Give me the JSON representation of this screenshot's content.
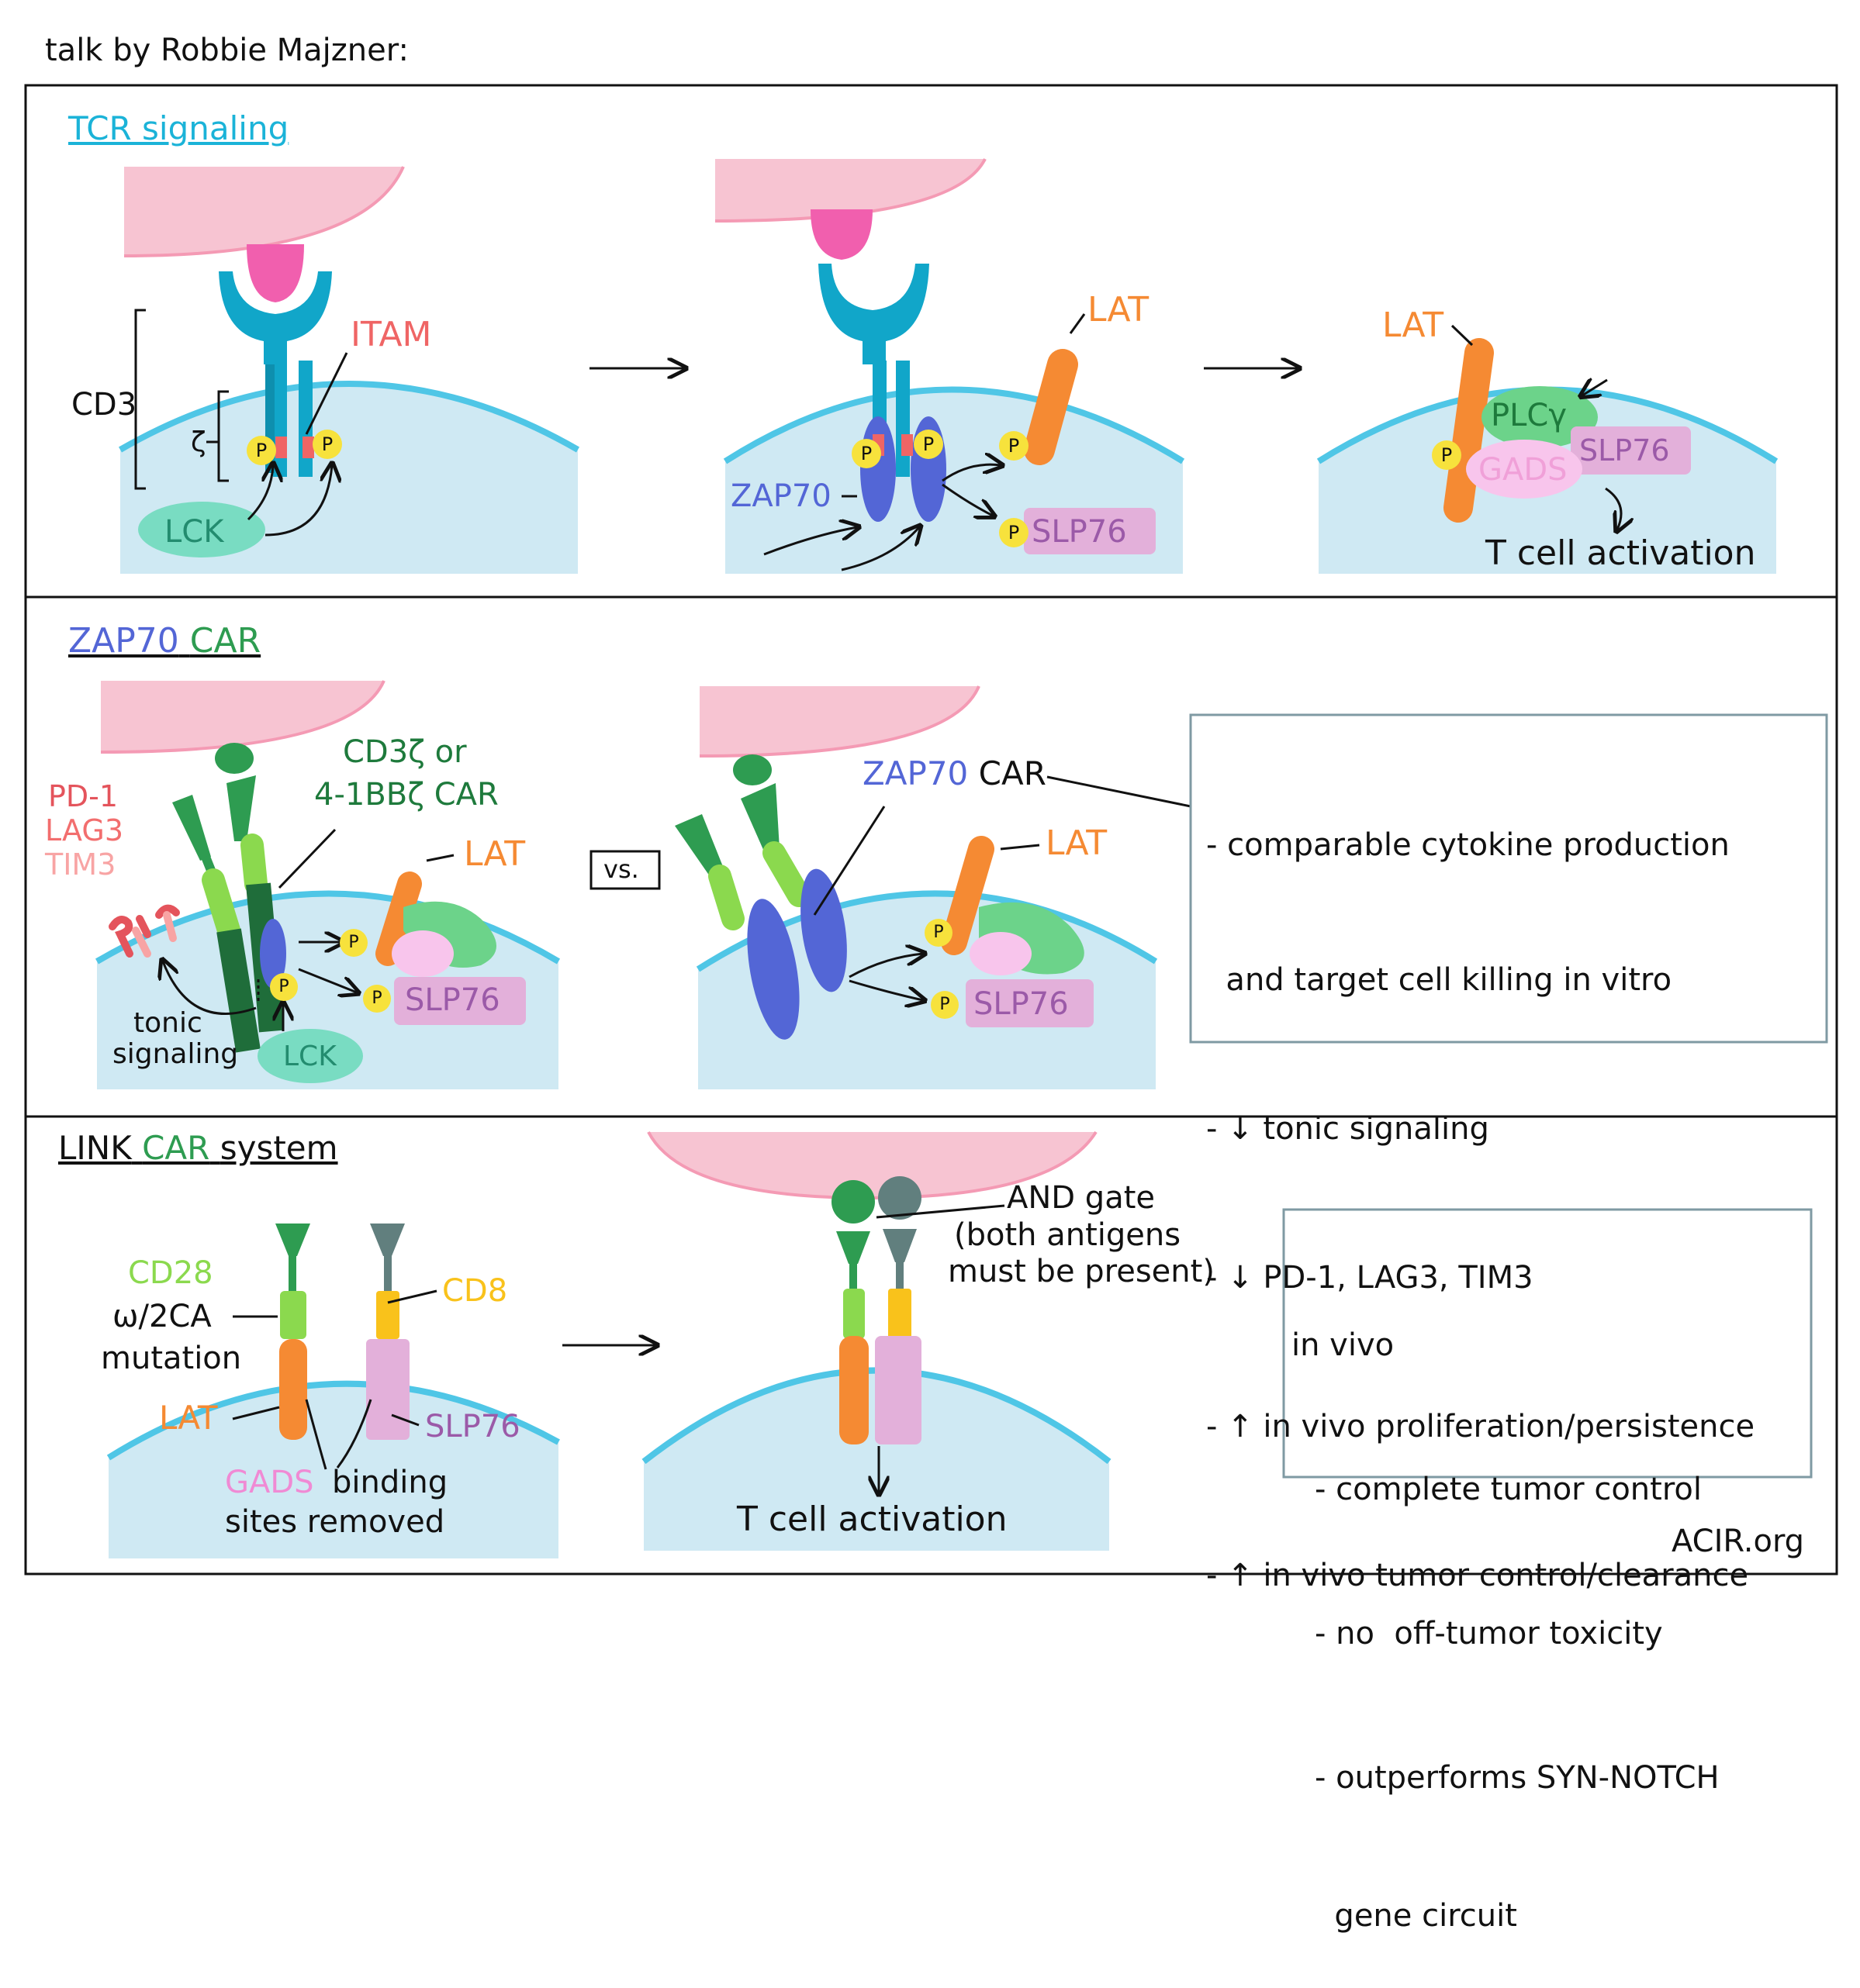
{
  "header": {
    "title": "talk by Robbie Majzner:"
  },
  "colors": {
    "cyan": "#1bb3d8",
    "membrane": "#4fc6e6",
    "cell": "#cfe9f3",
    "pinkcell": "#f7c4d2",
    "antigen": "#f15fae",
    "tcr": "#11a6c9",
    "itam": "#ef6565",
    "phos": "#f7e23c",
    "lck": "#79dcc2",
    "zap70": "#5366d6",
    "lat": "#f58a33",
    "slp76": "#e3b0da",
    "gads": "#f8c5ec",
    "plc": "#6cd38a",
    "car_dark": "#1f6d3a",
    "car_light": "#8bd94e",
    "car_green": "#2e9c51",
    "cd8": "#f9c21b",
    "gray_car": "#617f7e",
    "pd1": "#e4545c",
    "lag3": "#f26e6e",
    "tim3": "#f8a4a4"
  },
  "panel1": {
    "title": "TCR signaling",
    "labels": {
      "cd3": "CD3",
      "zeta": "ζ",
      "itam": "ITAM",
      "lck": "LCK",
      "p": "P",
      "zap70": "ZAP70",
      "lat_mid": "LAT",
      "slp76_mid": "SLP76",
      "lat_right": "LAT",
      "plc": "PLCγ",
      "gads": "GADS",
      "slp76_right": "SLP76",
      "activation": "T cell activation"
    }
  },
  "panel2": {
    "title_part1": "ZAP70",
    "title_part2": "CAR",
    "labels": {
      "pd1": "PD-1",
      "lag3": "LAG3",
      "tim3": "TIM3",
      "car_line1": "CD3ζ or",
      "car_line2": "4-1BBζ CAR",
      "lat_left": "LAT",
      "slp76_left": "SLP76",
      "tonic1": "tonic",
      "tonic2": "signaling",
      "lck": "LCK",
      "vs": "vs.",
      "zapcar_part1": "ZAP70",
      "zapcar_part2": "CAR",
      "lat_right": "LAT",
      "slp76_right": "SLP76",
      "p": "P"
    },
    "notes": [
      "- comparable cytokine production",
      "  and target cell killing in vitro",
      "- ↓ tonic signaling",
      "- ↓ PD-1, LAG3, TIM3",
      "- ↑ in vivo proliferation/persistence",
      "- ↑ in vivo tumor control/clearance"
    ]
  },
  "panel3": {
    "title_part1": "LINK",
    "title_part2": "CAR",
    "title_part3": "system",
    "labels": {
      "cd28": "CD28",
      "w2ca": "ω/2CA",
      "mutation": "mutation",
      "cd8": "CD8",
      "lat": "LAT",
      "slp76": "SLP76",
      "gads": "GADS",
      "binding": "binding",
      "sites": "sites removed",
      "and1": "AND gate",
      "and2": "(both antigens",
      "and3": "must be present)",
      "activation": "T cell activation"
    },
    "notes": [
      "in vivo",
      "- complete tumor control",
      "- no  off-tumor toxicity",
      "- outperforms SYN-NOTCH",
      "  gene circuit"
    ]
  },
  "footer": {
    "credit": "ACIR.org"
  }
}
